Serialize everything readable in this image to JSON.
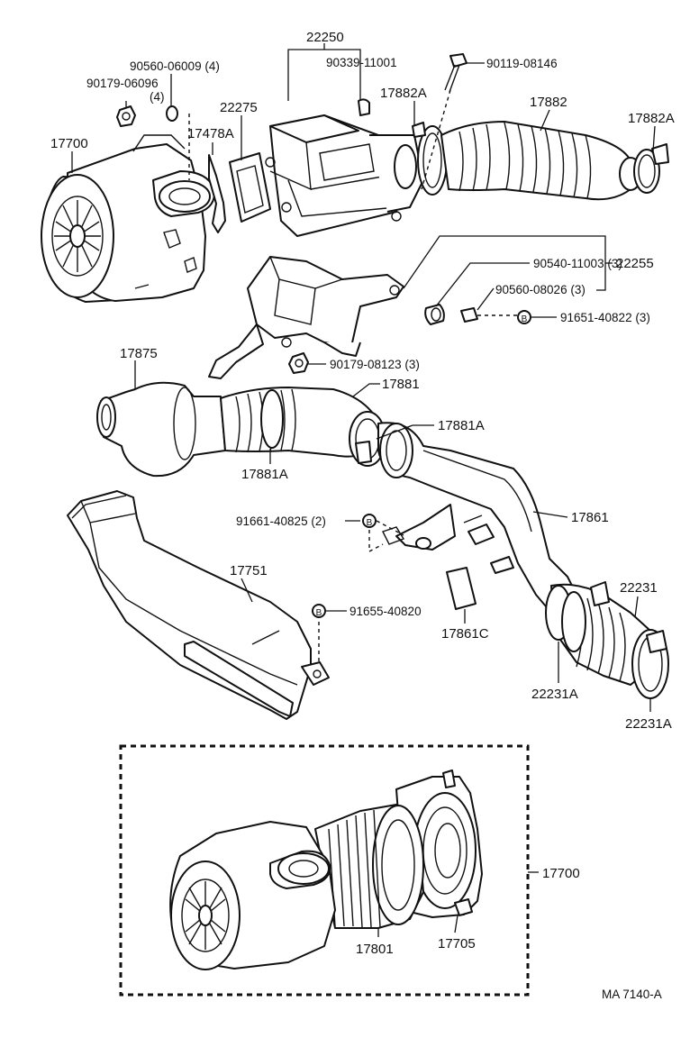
{
  "diagram_code": "MA  7140-A",
  "callouts": [
    {
      "id": "c22250",
      "text": "22250"
    },
    {
      "id": "c90560_06009",
      "text": "90560-06009 (4)"
    },
    {
      "id": "c90339",
      "text": "90339-11001"
    },
    {
      "id": "c90119",
      "text": "90119-08146"
    },
    {
      "id": "c90179_06096",
      "text": "90179-06096"
    },
    {
      "id": "c90179_06096_qty",
      "text": "(4)"
    },
    {
      "id": "c17882A_1",
      "text": "17882A"
    },
    {
      "id": "c17882",
      "text": "17882"
    },
    {
      "id": "c17882A_2",
      "text": "17882A"
    },
    {
      "id": "c22275",
      "text": "22275"
    },
    {
      "id": "c17478A",
      "text": "17478A"
    },
    {
      "id": "c17700_top",
      "text": "17700"
    },
    {
      "id": "c90540",
      "text": "90540-11003 (3)"
    },
    {
      "id": "c22255",
      "text": "22255"
    },
    {
      "id": "c90560_08026",
      "text": "90560-08026 (3)"
    },
    {
      "id": "c91651",
      "text": "91651-40822 (3)"
    },
    {
      "id": "c90179_08123",
      "text": "90179-08123 (3)"
    },
    {
      "id": "c17875",
      "text": "17875"
    },
    {
      "id": "c17881",
      "text": "17881"
    },
    {
      "id": "c17881A_1",
      "text": "17881A"
    },
    {
      "id": "c17881A_2",
      "text": "17881A"
    },
    {
      "id": "c91661",
      "text": "91661-40825 (2)"
    },
    {
      "id": "c17861",
      "text": "17861"
    },
    {
      "id": "c17751",
      "text": "17751"
    },
    {
      "id": "c91655",
      "text": "91655-40820"
    },
    {
      "id": "c17861C",
      "text": "17861C"
    },
    {
      "id": "c22231",
      "text": "22231"
    },
    {
      "id": "c22231A_1",
      "text": "22231A"
    },
    {
      "id": "c22231A_2",
      "text": "22231A"
    },
    {
      "id": "c17700_bottom",
      "text": "17700"
    },
    {
      "id": "c17801",
      "text": "17801"
    },
    {
      "id": "c17705",
      "text": "17705"
    }
  ],
  "bolt_marker": "B"
}
